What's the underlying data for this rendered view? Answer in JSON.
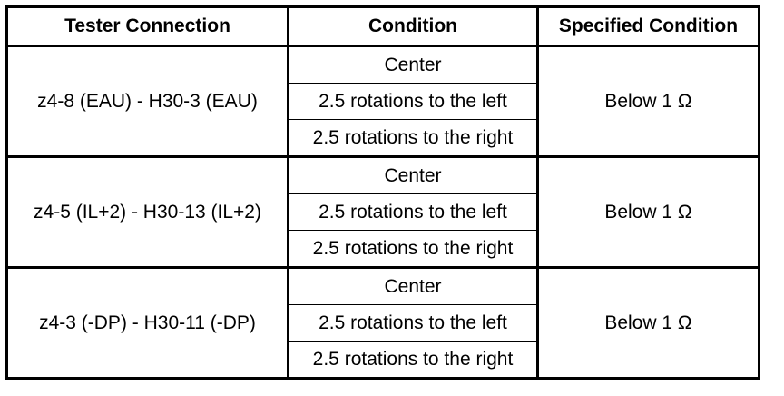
{
  "table": {
    "headers": [
      "Tester Connection",
      "Condition",
      "Specified Condition"
    ],
    "groups": [
      {
        "connection": "z4-8 (EAU) - H30-3 (EAU)",
        "conditions": [
          "Center",
          "2.5 rotations to the left",
          "2.5 rotations to the right"
        ],
        "specified": "Below 1 Ω"
      },
      {
        "connection": "z4-5 (IL+2) - H30-13 (IL+2)",
        "conditions": [
          "Center",
          "2.5 rotations to the left",
          "2.5 rotations to the right"
        ],
        "specified": "Below 1 Ω"
      },
      {
        "connection": "z4-3 (-DP) - H30-11 (-DP)",
        "conditions": [
          "Center",
          "2.5 rotations to the left",
          "2.5 rotations to the right"
        ],
        "specified": "Below 1 Ω"
      }
    ]
  }
}
